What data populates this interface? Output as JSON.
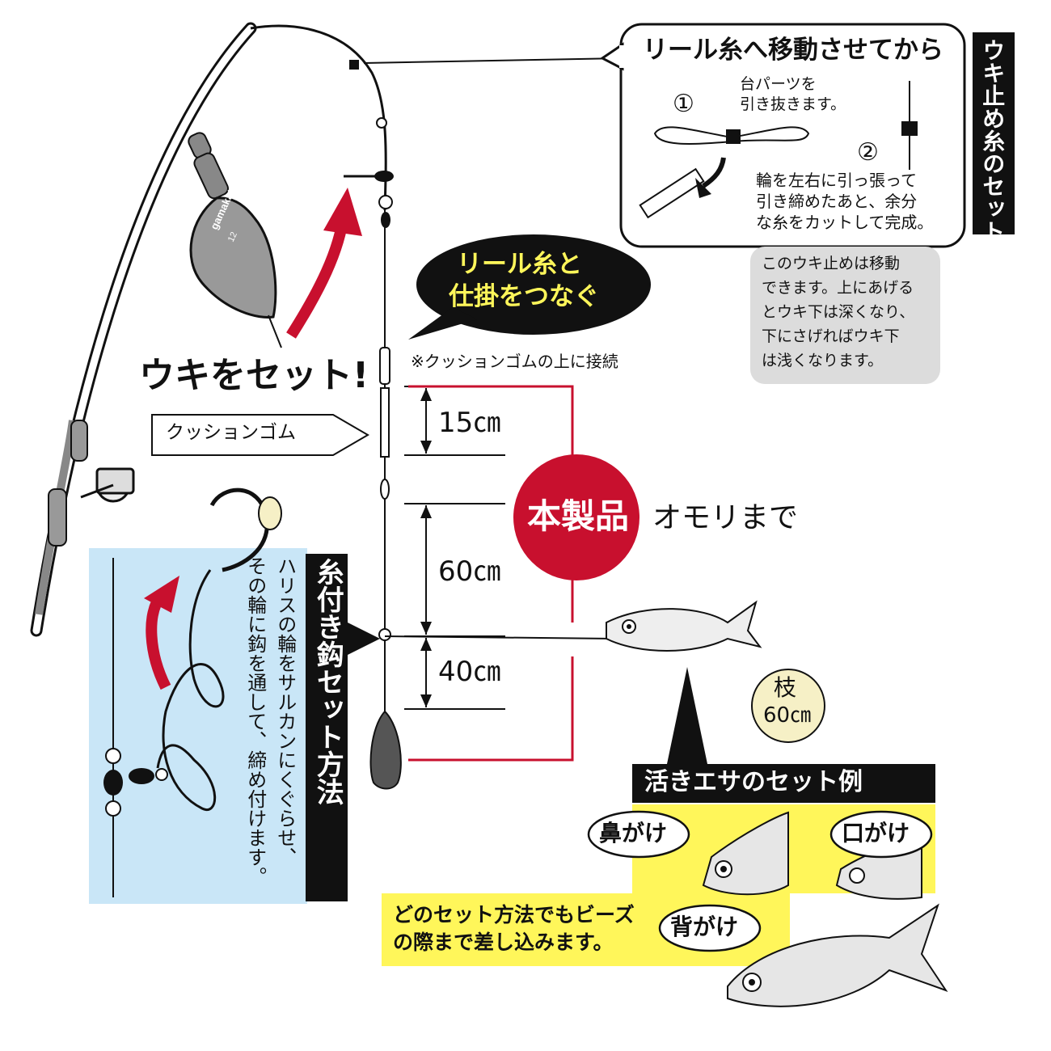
{
  "bubble_tr": {
    "title": "リール糸へ移動させてから",
    "step1_num": "①",
    "step1_text": [
      "台パーツを",
      "引き抜きます。"
    ],
    "step2_num": "②",
    "step2_text": [
      "輪を左右に引っ張って",
      "引き締めたあと、余分",
      "な糸をカットして完成。"
    ]
  },
  "side_label_uki_dome": "ウキ止め糸のセット",
  "gray_note": [
    "このウキ止めは移動",
    "できます。上にあげる",
    "とウキ下は深くなり、",
    "下にさげればウキ下",
    "は浅くなります。"
  ],
  "float": {
    "brand": "gamakatsu",
    "size": "12"
  },
  "bubble_connect": [
    "リール糸と",
    "仕掛をつなぐ"
  ],
  "connect_note": "※クッションゴムの上に接続",
  "float_set_label": "ウキをセット!",
  "cushion_label": "クッションゴム",
  "dim_15": "15㎝",
  "dim_60": "60㎝",
  "dim_40": "40㎝",
  "product_label": "本製品",
  "to_sinker": "オモリまで",
  "branch": {
    "line1": "枝",
    "line2": "60㎝"
  },
  "hook_set_title": "糸付き鈎セット方法",
  "hook_set_text": [
    "ハリスの輪をサルカンにくぐらせ、",
    "その輪に鈎を通して、締め付けます。"
  ],
  "bait_title": "活きエサのセット例",
  "bait_nose": "鼻がけ",
  "bait_mouth": "口がけ",
  "bait_back": "背がけ",
  "bait_note": [
    "どのセット方法でもビーズ",
    "の際まで差し込みます。"
  ],
  "colors": {
    "red": "#c8102e",
    "yellow": "#fff65a",
    "light_blue": "#c9e6f7",
    "gray": "#dcdcdc",
    "black": "#111111"
  }
}
